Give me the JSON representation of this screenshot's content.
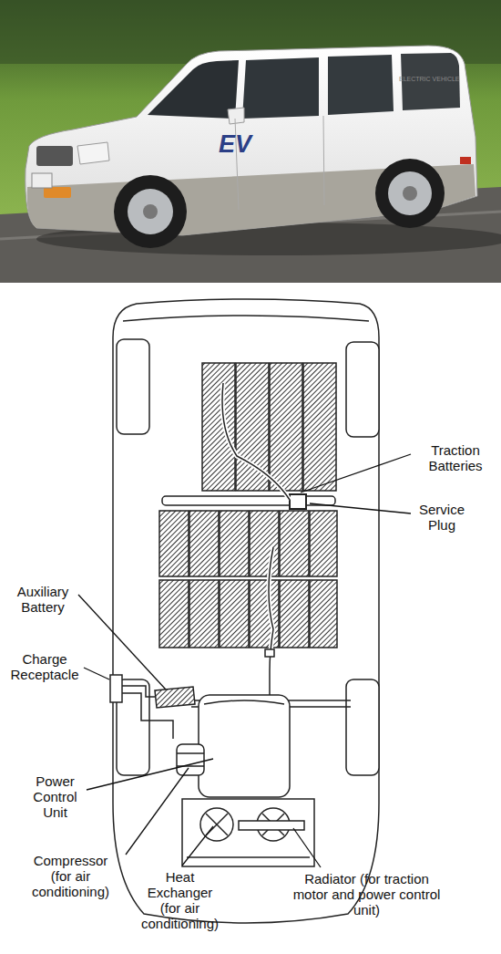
{
  "diagram": {
    "labels": [
      "EV",
      "ELECTRIC VEHICLE",
      "Traction Batteries",
      "Service Plug",
      "Auxiliary Battery",
      "Charge Receptacle",
      "Power Control Unit",
      "Compressor (for air conditioning)",
      "Heat Exchanger (for air conditioning)",
      "Radiator (for traction motor and power control unit)"
    ]
  }
}
